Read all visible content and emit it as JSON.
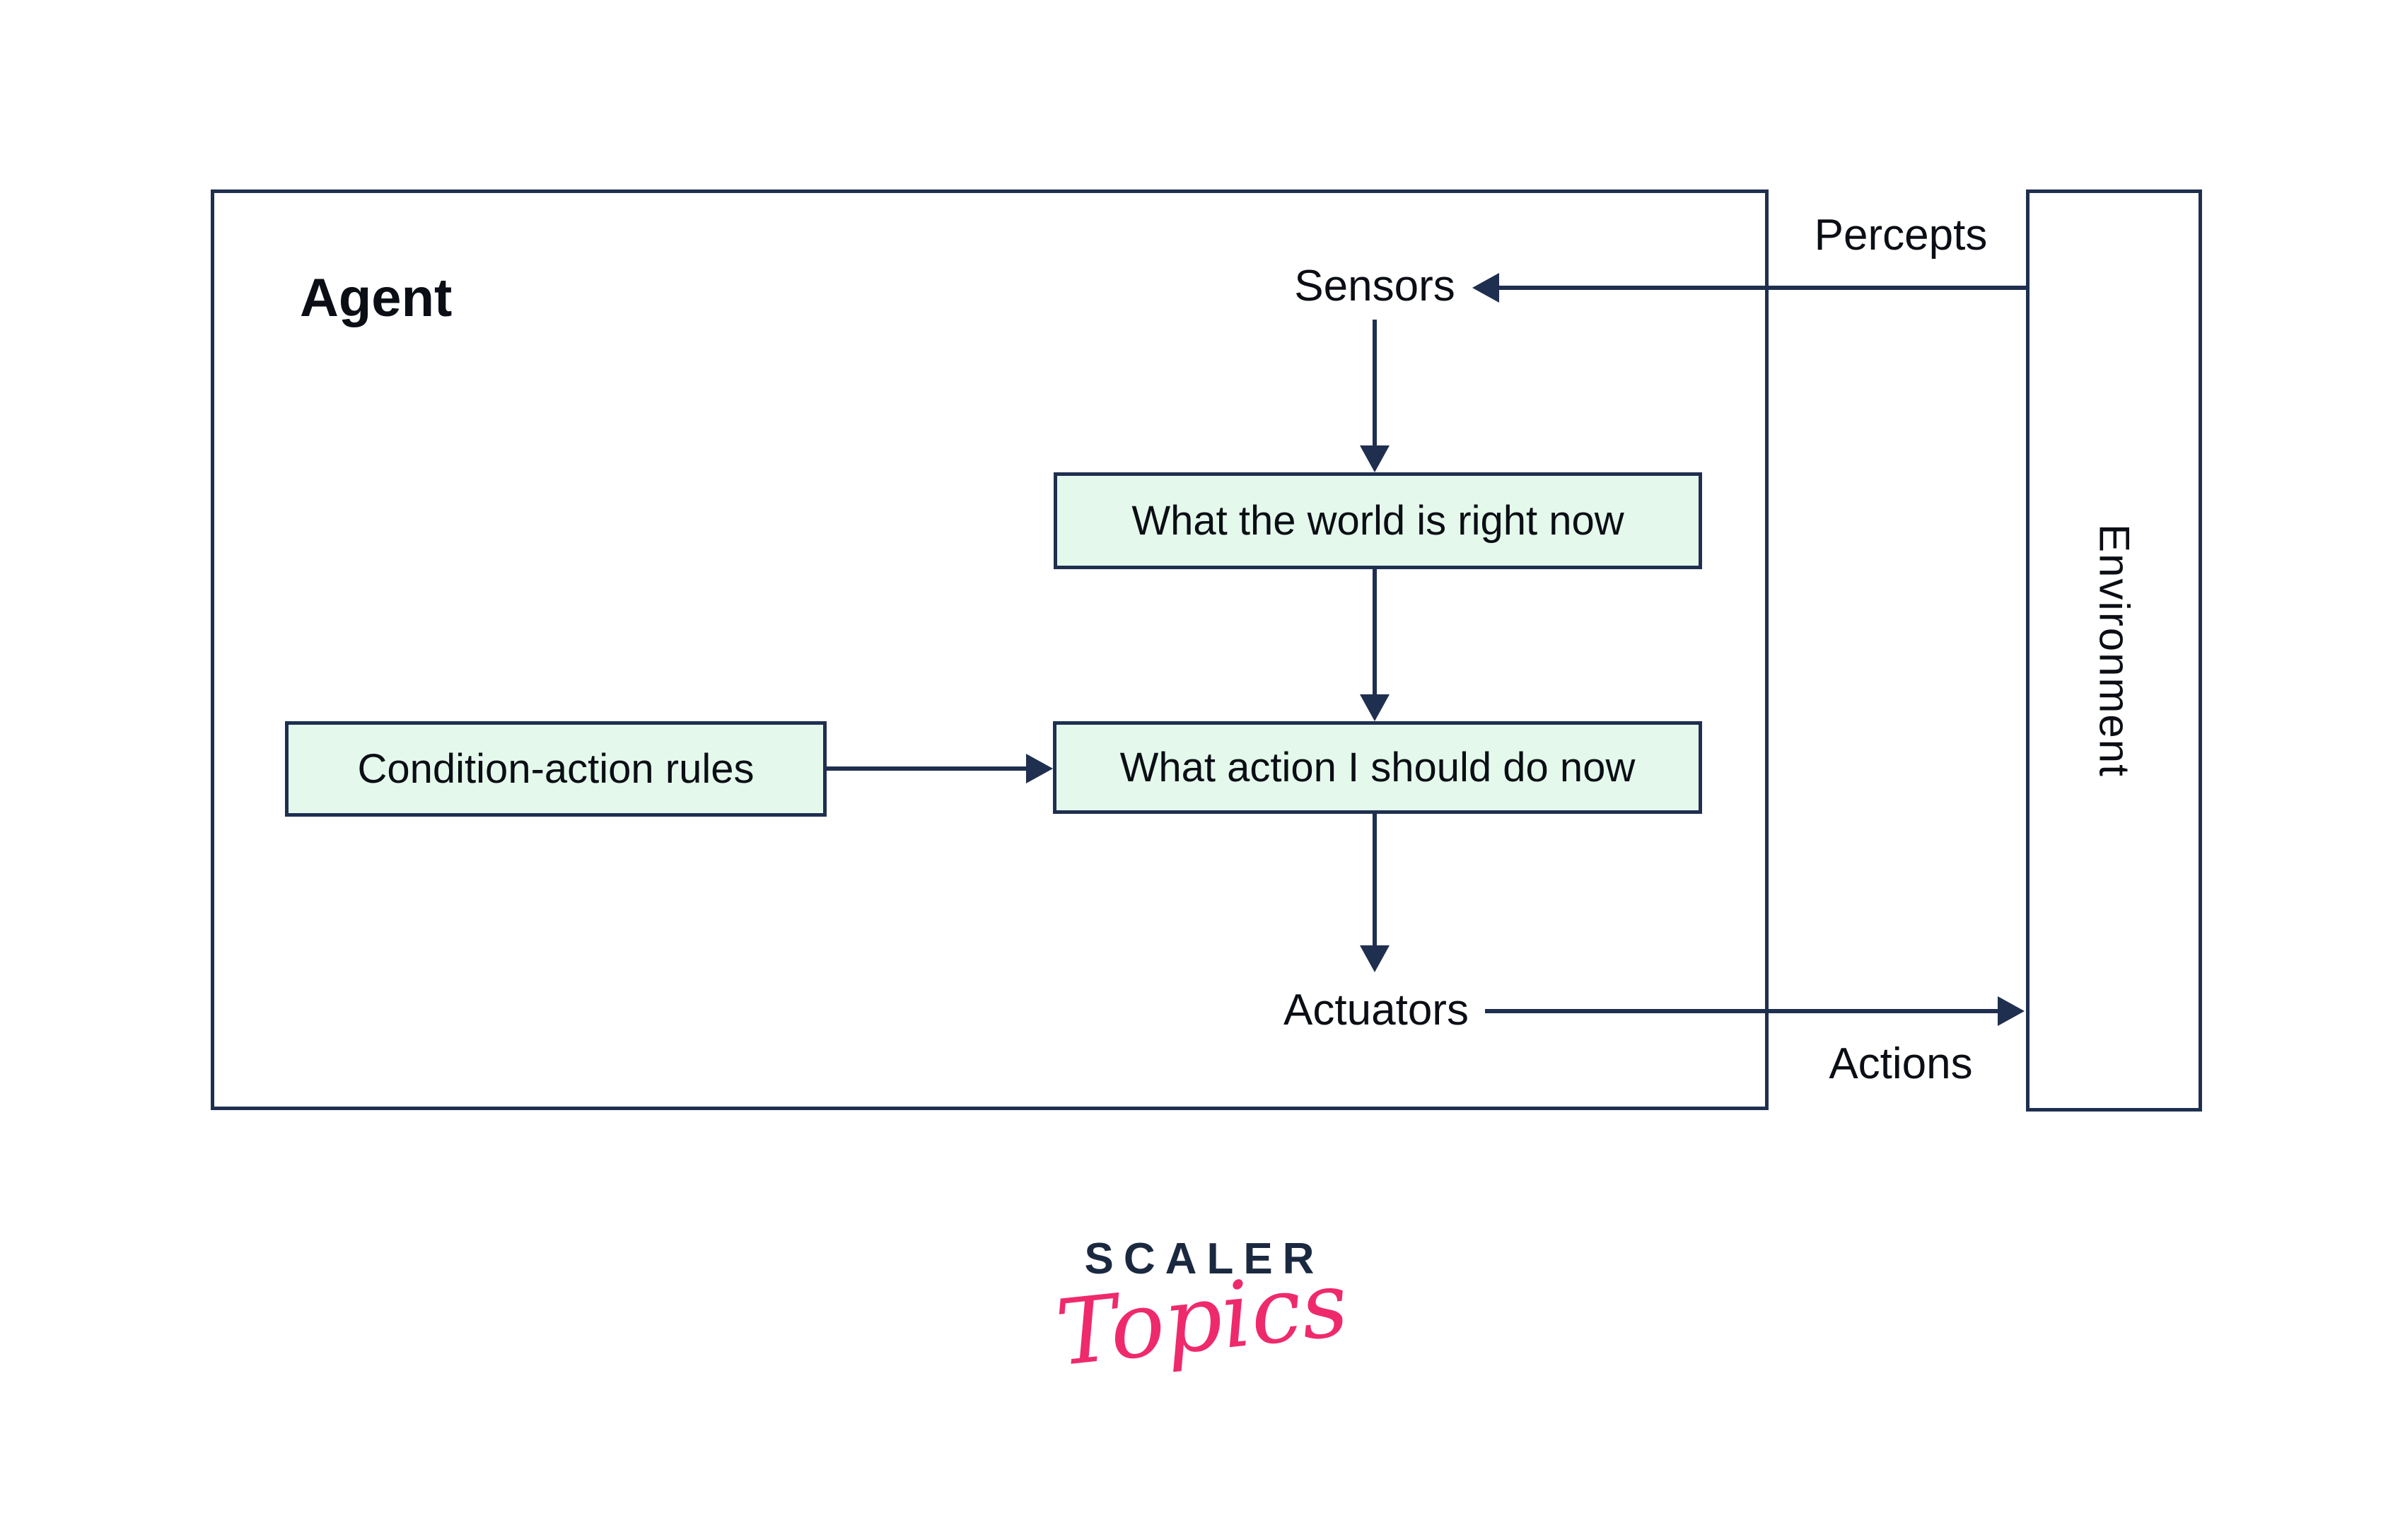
{
  "diagram": {
    "agent_label": "Agent",
    "environment_label": "Environment",
    "nodes": {
      "sensors": "Sensors",
      "world_state": "What the world is right now",
      "condition_action_rules": "Condition-action rules",
      "action_choice": "What action I should do now",
      "actuators": "Actuators"
    },
    "flows": {
      "percepts": "Percepts",
      "actions": "Actions"
    },
    "colors": {
      "line_navy": "#1f2f4f",
      "node_fill_green": "#e4f9ec",
      "text_dark": "#0b0e14"
    }
  },
  "logo": {
    "brand": "SCALER",
    "wordmark": "Topics",
    "brand_color": "#1b2940",
    "wordmark_color": "#ee2a6d"
  }
}
